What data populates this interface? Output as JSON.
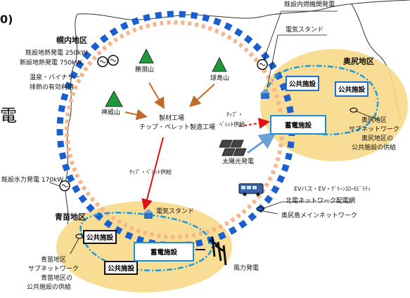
{
  "diagram": {
    "large_char": "電",
    "left_marker": "0)",
    "mountains": {
      "katsumayama": "勝澗山",
      "kyujimayama": "球島山",
      "kamuiyama": "神威山"
    },
    "districts": {
      "horonai": "幌内地区",
      "okushiri": "奥尻地区",
      "aonae": "青苗地区"
    },
    "horonai_notes": [
      "既設地熱発電 250kW",
      "新設地熱発電 750kW",
      "温泉・バイナリー",
      "排熱の有効利用"
    ],
    "hydro": "既設水力発電 170kW",
    "factory": [
      "製材工場",
      "チップ・ペレット製造工場"
    ],
    "supply_right": [
      "ﾁｯﾌﾟ・",
      "ﾍﾟﾚｯﾄ供給"
    ],
    "supply_down": "ﾁｯﾌﾟ・ﾍﾟﾚｯﾄ供給",
    "solar": "太陽光発電",
    "ev": "EVバス・EV・ｸﾞﾘｰﾝｽﾛｰﾓﾋﾞﾘﾃｨ",
    "wind": "風力発電",
    "storage_okushiri": "蓄電施設",
    "storage_aonae": "蓄電施設",
    "public_facility": "公共施設",
    "existing_ice": "既設内燃機関発電",
    "station_top": "電気スタンド",
    "station_bottom": "電気スタンド",
    "okushiri_notes": [
      "奥尻地区",
      "サブネットワーク",
      "奥尻地区の",
      "公共施設の供給"
    ],
    "aonae_notes": [
      "青苗地区",
      "サブネットワーク",
      "青苗地区の",
      "公共施設の供給"
    ],
    "hokuden": "北電ネットワーク配電網",
    "main_network": "奥尻島メインネットワーク",
    "colors": {
      "network": "#1a5fd0",
      "ring": "#f6b58a",
      "district_fill": "#f8d98a",
      "arrow_brown": "#c06a2a",
      "arrow_red": "#e01010",
      "arrow_blue": "#6aa0d8",
      "mountain": "#1f9a3a"
    }
  }
}
